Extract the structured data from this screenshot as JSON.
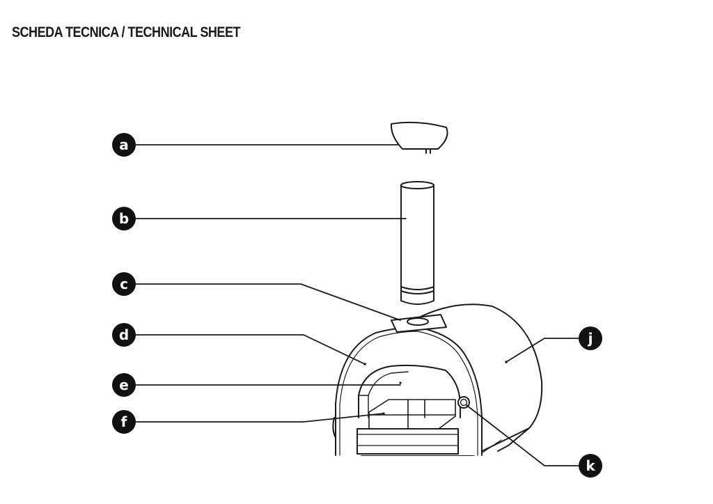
{
  "title": "SCHEDA TECNICA / TECHNICAL SHEET",
  "callouts": {
    "a": "a",
    "b": "b",
    "c": "c",
    "d": "d",
    "e": "e",
    "f": "f",
    "j": "j",
    "k": "k"
  },
  "colors": {
    "ink": "#1a1a1a",
    "badge": "#111111",
    "paper": "#ffffff"
  }
}
